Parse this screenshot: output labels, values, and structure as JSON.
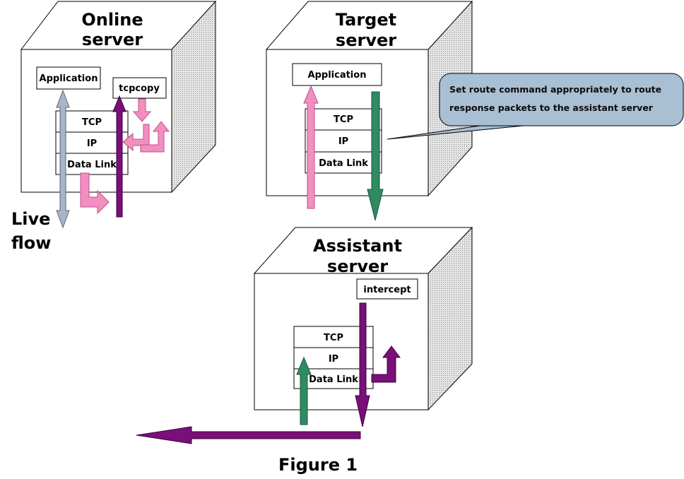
{
  "servers": {
    "online": {
      "title_line1": "Online",
      "title_line2": "server",
      "application": "Application",
      "tcpcopy": "tcpcopy",
      "tcp": "TCP",
      "ip": "IP",
      "datalink": "Data Link"
    },
    "target": {
      "title_line1": "Target",
      "title_line2": "server",
      "application": "Application",
      "tcp": "TCP",
      "ip": "IP",
      "datalink": "Data Link"
    },
    "assistant": {
      "title_line1": "Assistant",
      "title_line2": "server",
      "intercept": "intercept",
      "tcp": "TCP",
      "ip": "IP",
      "datalink": "Data Link"
    }
  },
  "live_flow": {
    "line1": "Live",
    "line2": "flow"
  },
  "callout": {
    "line1": "Set route command appropriately to route",
    "line2": "response packets to the assistant server"
  },
  "caption": "Figure 1",
  "colors": {
    "cube_side": "#d4d4d4",
    "pink": "#f28fc0",
    "purple": "#7a0f78",
    "green": "#2e8b62",
    "gray_blue": "#a8b4c8",
    "callout_fill": "#a9bfd3"
  }
}
